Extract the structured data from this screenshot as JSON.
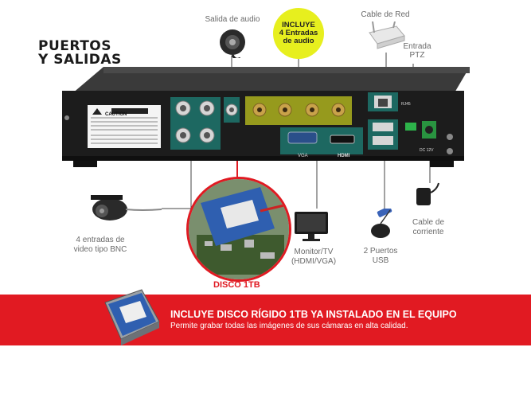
{
  "section_title": {
    "line1": "PUERTOS",
    "line2": "Y SALIDAS"
  },
  "labels": {
    "audio_out": "Salida de audio",
    "badge": [
      "INCLUYE",
      "4 Entradas",
      "de audio"
    ],
    "network": "Cable de Red",
    "ptz": [
      "Entrada",
      "PTZ"
    ],
    "bnc": [
      "4 entradas de",
      "video tipo BNC"
    ],
    "monitor": [
      "Monitor/TV",
      "(HDMI/VGA)"
    ],
    "usb": [
      "2 Puertos",
      "USB"
    ],
    "power": [
      "Cable de",
      "corriente"
    ],
    "disk": "DISCO 1TB"
  },
  "panel": {
    "caution": "CAUTION",
    "vga": "VGA",
    "hdmi": "HDMI",
    "rj45": "RJ45",
    "dc": "DC 12V"
  },
  "banner": {
    "title": "INCLUYE DISCO RÍGIDO 1TB YA INSTALADO EN EL EQUIPO",
    "subtitle": "Permite grabar todas las imágenes de sus cámaras en alta calidad."
  },
  "colors": {
    "accent_red": "#e11a22",
    "badge_yellow": "#e7ef1e",
    "teal_highlight": "#1fa89a"
  }
}
